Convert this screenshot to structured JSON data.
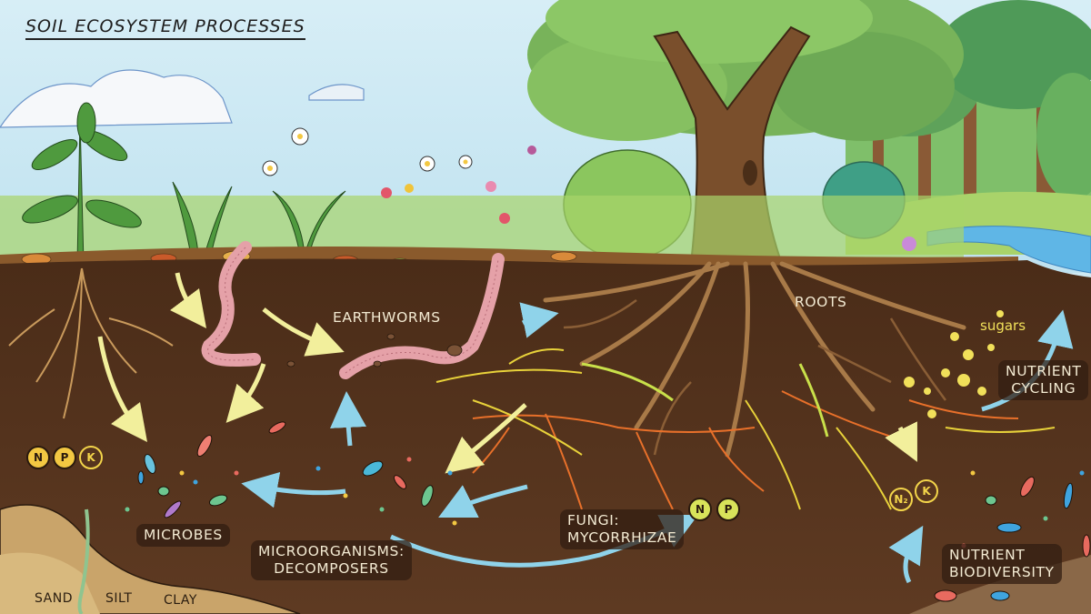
{
  "title": "SOIL ECOSYSTEM PROCESSES",
  "labels": {
    "earthworms": "EARTHWORMS",
    "roots": "ROOTS",
    "sugars": "sugars",
    "nutrient_cycling_1": "NUTRIENT",
    "nutrient_cycling_2": "CYCLING",
    "microbes": "MICROBES",
    "decomposers_1": "MICROORGANISMS:",
    "decomposers_2": "DECOMPOSERS",
    "fungi_1": "FUNGI:",
    "fungi_2": "MYCORRHIZAE",
    "biodiversity_1": "NUTRIENT",
    "biodiversity_2": "BIODIVERSITY"
  },
  "nutrients_left": [
    "N",
    "P",
    "K"
  ],
  "nutrients_mid": [
    "N",
    "P"
  ],
  "nutrients_right": [
    "N₂",
    "K"
  ],
  "soil_types": [
    "SAND",
    "SILT",
    "CLAY"
  ],
  "colors": {
    "sky": "#cfe9f3",
    "soil": "#5a3520",
    "topsoil": "#7a4a28",
    "subsoil": "#c9a46a",
    "fungi_orange": "#e8702a",
    "fungi_yellow": "#e8d23a",
    "arrow_yellow": "#f2ef9c",
    "arrow_blue": "#8fd3ea",
    "river": "#5fb6e6",
    "tree_trunk": "#7a4f2c",
    "foliage": "#6aa84f"
  }
}
